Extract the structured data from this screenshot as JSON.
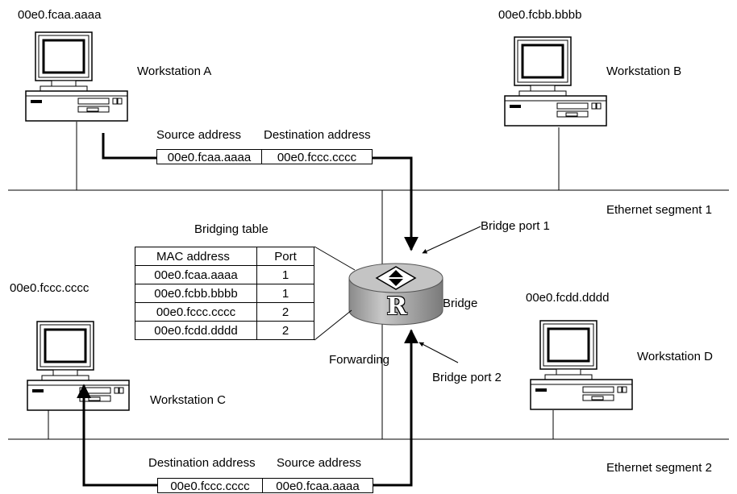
{
  "workstations": {
    "a": {
      "name": "Workstation A",
      "mac": "00e0.fcaa.aaaa"
    },
    "b": {
      "name": "Workstation B",
      "mac": "00e0.fcbb.bbbb"
    },
    "c": {
      "name": "Workstation C",
      "mac": "00e0.fccc.cccc"
    },
    "d": {
      "name": "Workstation D",
      "mac": "00e0.fcdd.dddd"
    }
  },
  "segments": {
    "seg1": "Ethernet segment 1",
    "seg2": "Ethernet segment 2"
  },
  "bridge": {
    "label": "Bridge",
    "logo_letter": "R",
    "port1": "Bridge port 1",
    "port2": "Bridge port 2",
    "forwarding": "Forwarding"
  },
  "frame_top": {
    "src_header": "Source address",
    "dst_header": "Destination address",
    "src_value": "00e0.fcaa.aaaa",
    "dst_value": "00e0.fccc.cccc"
  },
  "frame_bottom": {
    "dst_header": "Destination address",
    "src_header": "Source address",
    "dst_value": "00e0.fccc.cccc",
    "src_value": "00e0.fcaa.aaaa"
  },
  "bridging_table": {
    "title": "Bridging table",
    "headers": {
      "mac": "MAC  address",
      "port": "Port"
    },
    "rows": [
      {
        "mac": "00e0.fcaa.aaaa",
        "port": "1"
      },
      {
        "mac": "00e0.fcbb.bbbb",
        "port": "1"
      },
      {
        "mac": "00e0.fccc.cccc",
        "port": "2"
      },
      {
        "mac": "00e0.fcdd.dddd",
        "port": "2"
      }
    ]
  }
}
